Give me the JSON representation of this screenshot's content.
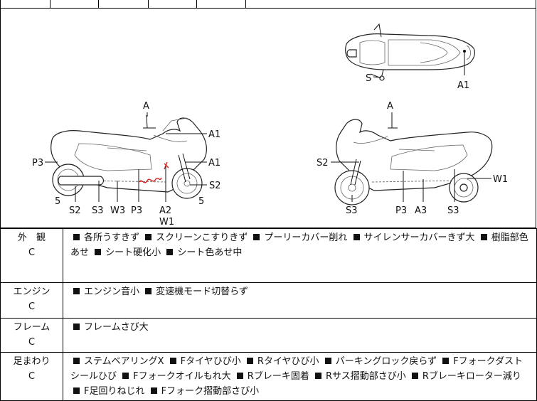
{
  "diagram": {
    "labels": {
      "top_s": "S",
      "top_a1": "A1",
      "left_a": "A",
      "left_a1_upper": "A1",
      "left_a1_lower": "A1",
      "left_p3": "P3",
      "left_s2_right": "S2",
      "left_5_left": "5",
      "left_5_right": "5",
      "left_s2": "S2",
      "left_s3": "S3",
      "left_w3": "W3",
      "left_p3_bottom": "P3",
      "left_a2": "A2",
      "left_w1": "W1",
      "right_a": "A",
      "right_s2": "S2",
      "right_w1": "W1",
      "right_s3_left": "S3",
      "right_p3": "P3",
      "right_a3": "A3",
      "right_s3_right": "S3"
    }
  },
  "sections": [
    {
      "name": "外　観",
      "grade": "C",
      "items": [
        "各所うすきず",
        "スクリーンこすりきず",
        "プーリーカバー削れ",
        "サイレンサーカバーきず大",
        "樹脂部色あせ",
        "シート硬化小",
        "シート色あせ中"
      ]
    },
    {
      "name": "エンジン",
      "grade": "C",
      "items": [
        "エンジン音小",
        "変速機モード切替らず"
      ]
    },
    {
      "name": "フレーム",
      "grade": "C",
      "items": [
        "フレームさび大"
      ]
    },
    {
      "name": "足まわり",
      "grade": "C",
      "items": [
        "ステムベアリングX",
        "Fタイヤひび小",
        "Rタイヤひび小",
        "パーキングロック戻らず",
        "Fフォークダストシールひび",
        "Fフォークオイルもれ大",
        "Rブレーキ固着",
        "Rサス摺動部さび小",
        "Rブレーキローター減り",
        "F足回りねじれ",
        "Fフォーク摺動部さび小"
      ]
    }
  ],
  "colors": {
    "damage_mark": "#d32020"
  }
}
